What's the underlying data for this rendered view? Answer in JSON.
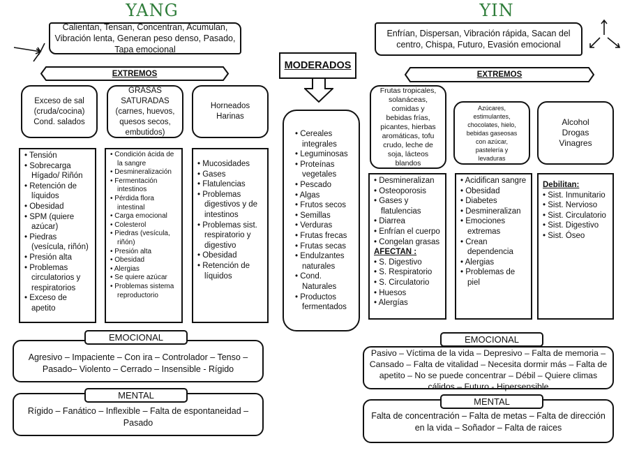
{
  "colors": {
    "title": "#2f7d3a",
    "ink": "#111111"
  },
  "yang": {
    "title": "YANG",
    "banner": "Calientan, Tensan, Concentran,  Acumulan, Vibración lenta, Generan peso denso, Pasado, Tapa emocional",
    "icon": "inward-arrows-icon",
    "extremos": "EXTREMOS",
    "boxes": [
      {
        "lines": [
          "Exceso de sal",
          "(cruda/cocina)",
          "Cond. salados"
        ]
      },
      {
        "lines": [
          "GRASAS",
          "SATURADAS",
          "(carnes, huevos,",
          "quesos secos,",
          "embutidos)"
        ]
      },
      {
        "lines": [
          "Horneados",
          "Harinas"
        ]
      }
    ],
    "lists": [
      [
        "Tensión",
        "Sobrecarga Hígado/ Riñón",
        "Retención  de líquidos",
        "Obesidad",
        "SPM (quiere azúcar)",
        "Piedras (vesícula, riñón)",
        "Presión alta",
        "Problemas circulatorios y respiratorios",
        "Exceso de apetito"
      ],
      [
        "Condición ácida de la sangre",
        "Desmineralización",
        "Fermentación intestinos",
        "Pérdida flora intestinal",
        "Carga emocional",
        "Colesterol",
        "Piedras (vesícula, riñón)",
        "Presión alta",
        "Obesidad",
        "Alergias",
        "Se quiere azúcar",
        "Problemas sistema reproductorio"
      ],
      [
        "Mucosidades",
        "Gases",
        "Flatulencias",
        "Problemas digestivos y de intestinos",
        "Problemas sist. respiratorio  y digestivo",
        "Obesidad",
        "Retención  de líquidos"
      ]
    ],
    "emocional": {
      "label": "EMOCIONAL",
      "text": "Agresivo – Impaciente – Con ira – Controlador – Tenso – Pasado– Violento – Cerrado – Insensible - Rígido"
    },
    "mental": {
      "label": "MENTAL",
      "text": "Rígido – Fanático – Inflexible – Falta de espontaneidad – Pasado"
    }
  },
  "moderados": {
    "title": "MODERADOS",
    "items": [
      "Cereales integrales",
      "Leguminosas",
      "Proteínas vegetales",
      "Pescado",
      "Algas",
      "Frutos secos",
      "Semillas",
      "Verduras",
      "Frutas frecas",
      "Frutas secas",
      "Endulzantes naturales",
      "Cond. Naturales",
      "Productos fermentados"
    ]
  },
  "yin": {
    "title": "YIN",
    "banner": "Enfrían, Dispersan, Vibración rápida, Sacan del centro, Chispa, Futuro, Evasión emocional",
    "icon": "outward-arrows-icon",
    "extremos": "EXTREMOS",
    "boxes": [
      {
        "lines": [
          "Frutas tropicales,",
          "solanáceas,",
          "comidas y",
          "bebidas frías,",
          "picantes, hierbas",
          "aromáticas, tofu",
          "crudo, leche de",
          "soja, lácteos",
          "blandos"
        ]
      },
      {
        "lines": [
          "Azúcares,",
          "estimulantes,",
          "chocolates, hielo,",
          "bebidas gaseosas",
          "con azúcar,",
          "pastelería y",
          "levaduras"
        ]
      },
      {
        "lines": [
          "Alcohol",
          "Drogas",
          "Vinagres"
        ]
      }
    ],
    "list1": {
      "items": [
        "Desmineralizan",
        "Osteoporosis",
        "Gases y flatulencias",
        "Diarrea",
        "Enfrían el cuerpo",
        "Congelan grasas"
      ],
      "heading": "AFECTAN :",
      "items2": [
        "S. Digestivo",
        "S. Respiratorio",
        "S. Circulatorio",
        "Huesos",
        "Alergías"
      ]
    },
    "list2": [
      "Acidifican sangre",
      "Obesidad",
      "Diabetes",
      "Desmineralizan",
      "Emociones extremas",
      "Crean dependencia",
      "Alergias",
      "Problemas de piel"
    ],
    "list3": {
      "heading": "Debilitan:",
      "items": [
        "Sist. Inmunitario",
        "Sist. Nervioso",
        "Sist. Circulatorio",
        "Sist. Digestivo",
        "Sist. Óseo"
      ]
    },
    "emocional": {
      "label": "EMOCIONAL",
      "text": "Pasivo – Víctima de la vida – Depresivo – Falta de memoria – Cansado – Falta de vitalidad – Necesita dormir más – Falta de apetito – No se puede concentrar – Débil – Quiere climas cálidos – Futuro - Hipersensible"
    },
    "mental": {
      "label": "MENTAL",
      "text": "Falta de concentración – Falta de metas – Falta de dirección en la vida – Soñador – Falta de raices"
    }
  }
}
